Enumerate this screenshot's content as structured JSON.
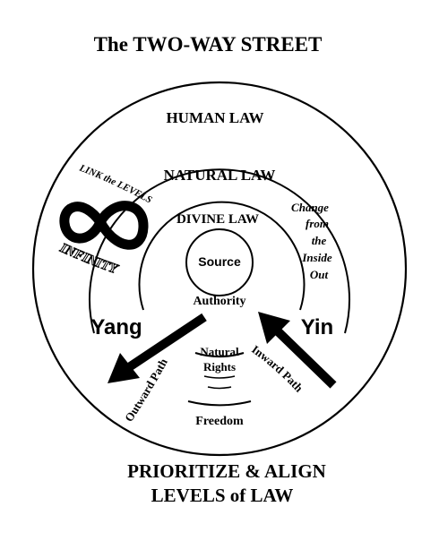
{
  "title": "The TWO-WAY STREET",
  "levels": {
    "human": "HUMAN LAW",
    "natural": "NATURAL LAW",
    "divine": "DIVINE LAW",
    "source": "Source"
  },
  "link_levels": "LINK the LEVELS",
  "infinity": "INFINITY",
  "change": [
    "Change",
    "from",
    "the",
    "Inside",
    "Out"
  ],
  "authority": "Authority",
  "yang": "Yang",
  "yin": "Yin",
  "natural_rights": [
    "Natural",
    "Rights"
  ],
  "outward_path": "Outward Path",
  "inward_path": "Inward Path",
  "freedom": "Freedom",
  "footer": [
    "PRIORITIZE & ALIGN",
    "LEVELS of LAW"
  ],
  "colors": {
    "ink": "#000000",
    "paper": "#ffffff"
  },
  "icons": {
    "infinity": "infinity-icon",
    "outward_arrow": "arrow-down-left-icon",
    "inward_arrow": "arrow-up-left-icon"
  }
}
